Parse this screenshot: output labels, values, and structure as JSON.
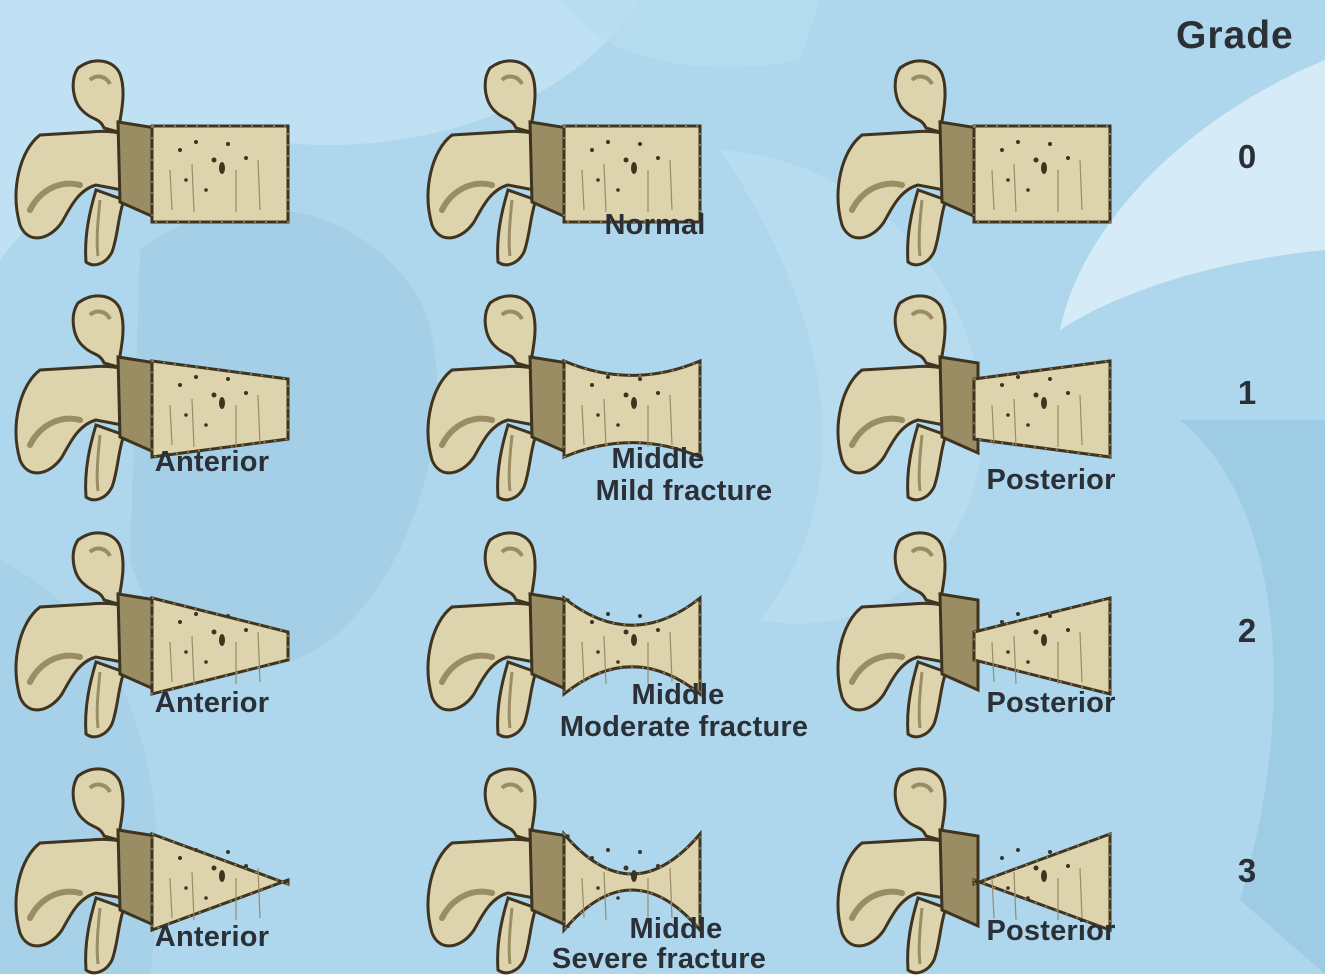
{
  "grade_title": "Grade",
  "grades": [
    "0",
    "1",
    "2",
    "3"
  ],
  "labels": {
    "normal": "Normal",
    "anterior": "Anterior",
    "middle": "Middle",
    "posterior": "Posterior",
    "mild": "Mild fracture",
    "moderate": "Moderate fracture",
    "severe": "Severe fracture"
  },
  "colors": {
    "background": "#a9d3ea",
    "bone": "#ddd3ad",
    "bone_shadow": "#9a8c63",
    "outline": "#3e3420",
    "text": "#2b3036"
  },
  "rows": [
    {
      "grade": "0",
      "cells": [
        {
          "type": "normal"
        },
        {
          "type": "normal"
        },
        {
          "type": "normal"
        }
      ]
    },
    {
      "grade": "1",
      "cells": [
        {
          "type": "anterior",
          "severity": 1
        },
        {
          "type": "middle",
          "severity": 1
        },
        {
          "type": "posterior",
          "severity": 1
        }
      ]
    },
    {
      "grade": "2",
      "cells": [
        {
          "type": "anterior",
          "severity": 2
        },
        {
          "type": "middle",
          "severity": 2
        },
        {
          "type": "posterior",
          "severity": 2
        }
      ]
    },
    {
      "grade": "3",
      "cells": [
        {
          "type": "anterior",
          "severity": 3
        },
        {
          "type": "middle",
          "severity": 3
        },
        {
          "type": "posterior",
          "severity": 3
        }
      ]
    }
  ]
}
